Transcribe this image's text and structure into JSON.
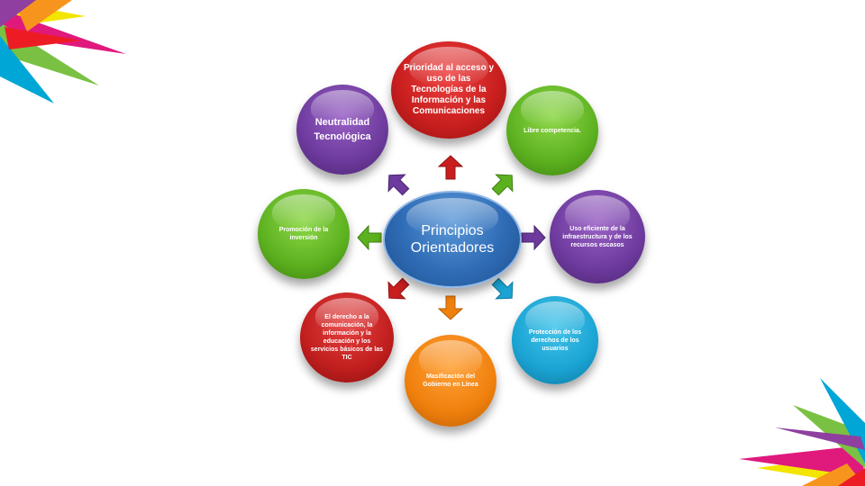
{
  "center": {
    "label": "Principios Orientadores"
  },
  "nodes": {
    "prioridad": "Prioridad al acceso y uso de las Tecnologías de la Información y las Comunicaciones",
    "libre": "Libre competencia.",
    "uso": "Uso eficiente de la infraestructura y de los recursos escasos",
    "proteccion": "Protección de los derechos de los usuarios",
    "masificacion": "Masificación del Gobierno en Línea",
    "derecho": "El derecho a la comunicación, la información y la educación y los servicios básicos de las TIC",
    "promocion": "Promoción de la inversión",
    "neutralidad": "Neutralidad Tecnológica"
  },
  "colors": {
    "center": "#2f6cb6",
    "red": "#c81e1e",
    "green": "#5cb11f",
    "purple": "#6d3a9d",
    "cyan": "#1aa3d3",
    "orange": "#f0800c"
  }
}
